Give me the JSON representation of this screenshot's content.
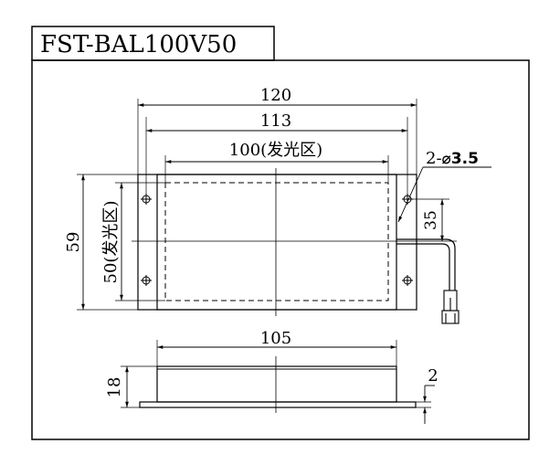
{
  "title": "FST-BAL100V50",
  "colors": {
    "line": "#000000",
    "background": "#ffffff"
  },
  "top_view": {
    "dim_overall_width": "120",
    "dim_hole_spacing": "113",
    "dim_emitting_width": "100(发光区)",
    "dim_hole_callout_prefix": "2-",
    "dim_hole_callout_diameter": "⌀3.5",
    "dim_cable_offset": "35",
    "dim_overall_height": "59",
    "dim_emitting_height": "50(发光区)"
  },
  "side_view": {
    "dim_width": "105",
    "dim_height": "18",
    "dim_flange_thickness": "2"
  }
}
